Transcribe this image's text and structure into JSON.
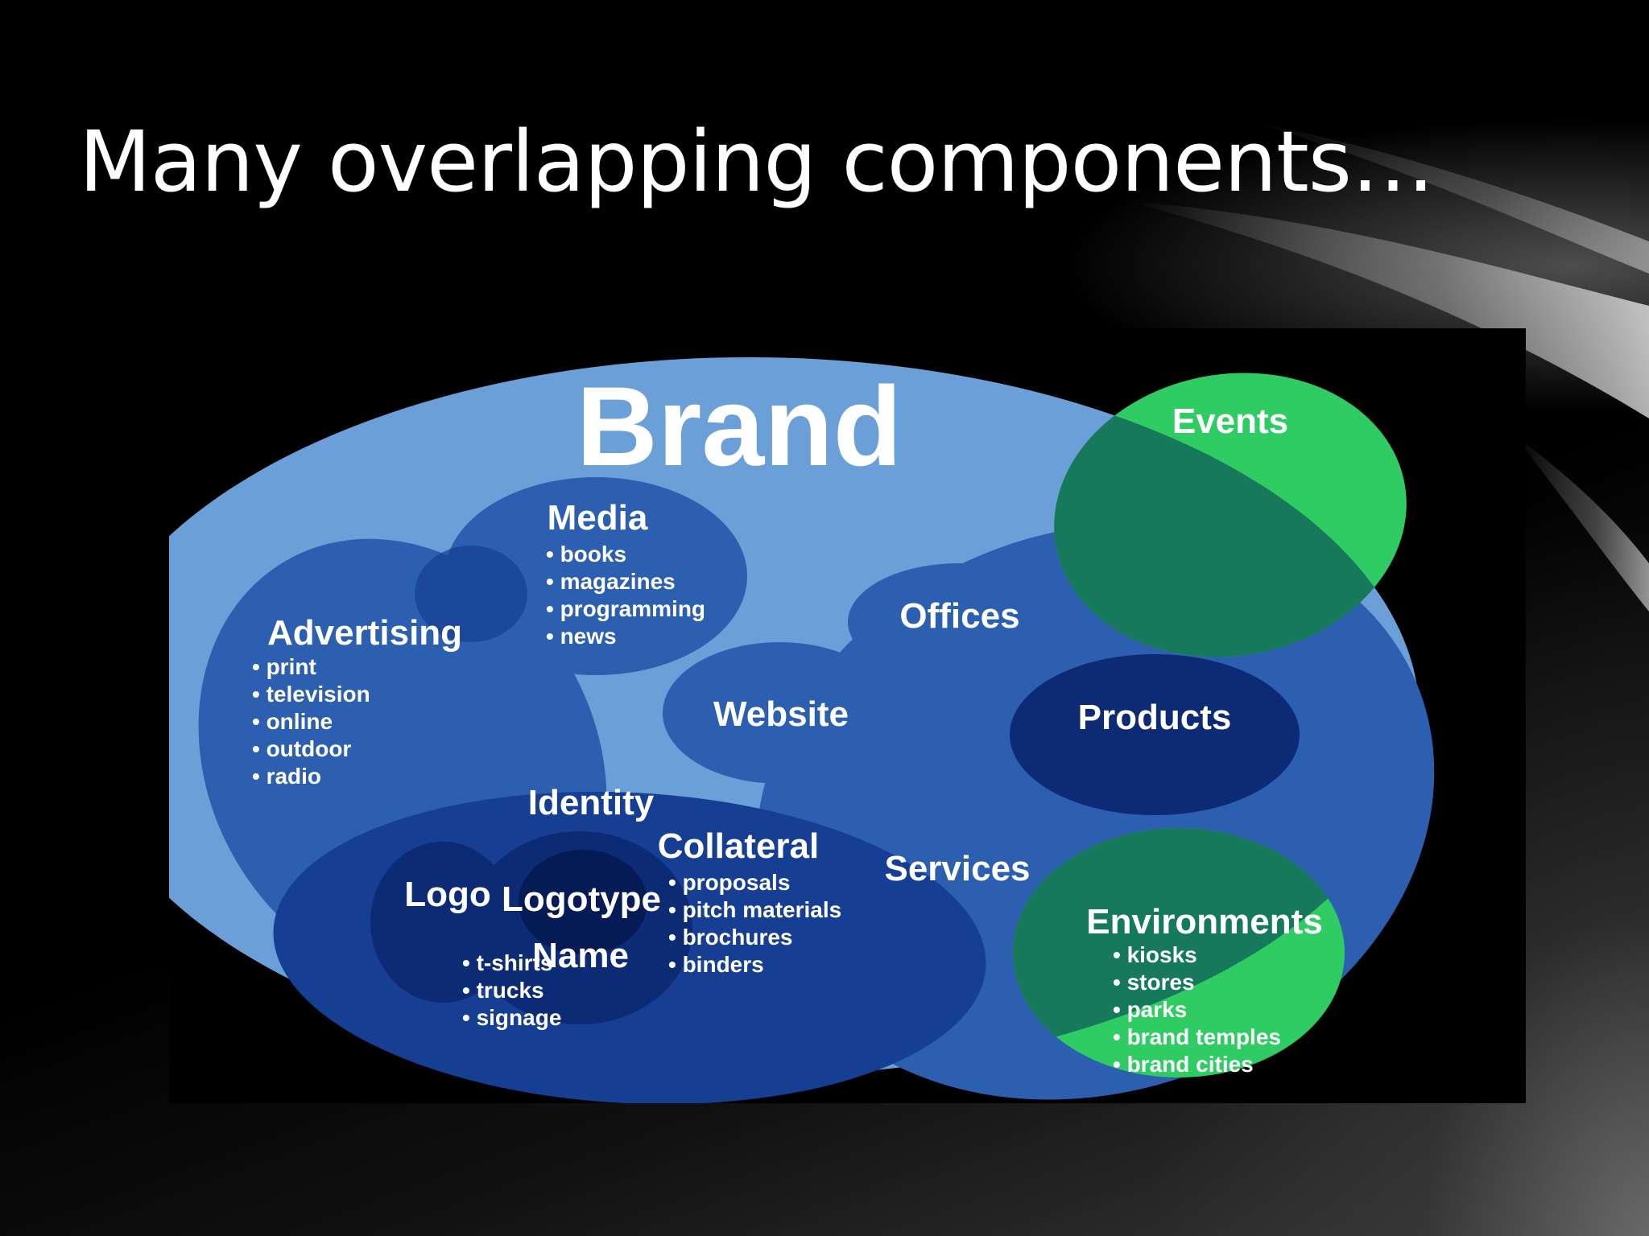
{
  "slide": {
    "title": "Many overlapping components…"
  },
  "diagram": {
    "colors": {
      "brand": "#6b9fd8",
      "inner": "#2d5fb0",
      "deep": "#163f93",
      "deeper": "#0d2a75",
      "core": "#061a56",
      "green": "#2ecc63",
      "green_dark": "#17795b",
      "text": "#ffffff"
    },
    "brand": {
      "label": "Brand"
    },
    "events": {
      "label": "Events"
    },
    "media": {
      "label": "Media",
      "items": [
        "books",
        "magazines",
        "programming",
        "news"
      ]
    },
    "advertising": {
      "label": "Advertising",
      "items": [
        "print",
        "television",
        "online",
        "outdoor",
        "radio"
      ]
    },
    "offices": {
      "label": "Offices"
    },
    "website": {
      "label": "Website"
    },
    "products": {
      "label": "Products"
    },
    "identity": {
      "label": "Identity"
    },
    "collateral": {
      "label": "Collateral",
      "items": [
        "proposals",
        "pitch materials",
        "brochures",
        "binders"
      ]
    },
    "logo": {
      "label": "Logo",
      "items": [
        "t-shirts",
        "trucks",
        "signage"
      ]
    },
    "logotype": {
      "label": "Logotype"
    },
    "name": {
      "label": "Name"
    },
    "services": {
      "label": "Services"
    },
    "environments": {
      "label": "Environments",
      "items": [
        "kiosks",
        "stores",
        "parks",
        "brand temples",
        "brand cities"
      ]
    }
  }
}
